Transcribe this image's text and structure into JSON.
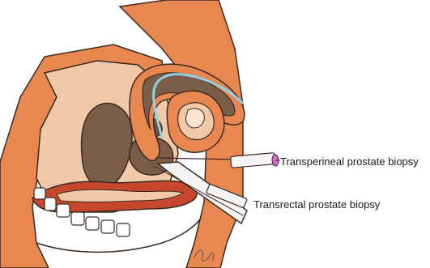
{
  "diagram": {
    "labels": {
      "transperineal": "Transperineal prostate biopsy",
      "transrectal": "Transrectal prostate biopsy"
    },
    "signature_text": "Ay",
    "colors": {
      "skin": "#e8874f",
      "skin_outline": "#3a2a20",
      "tissue": "#f2c9a8",
      "organ": "#7a5e4a",
      "urethra": "#8fd0e6",
      "rectum": "#c6472b",
      "needle": "#f4f4f4",
      "background": "#ffffff"
    }
  }
}
